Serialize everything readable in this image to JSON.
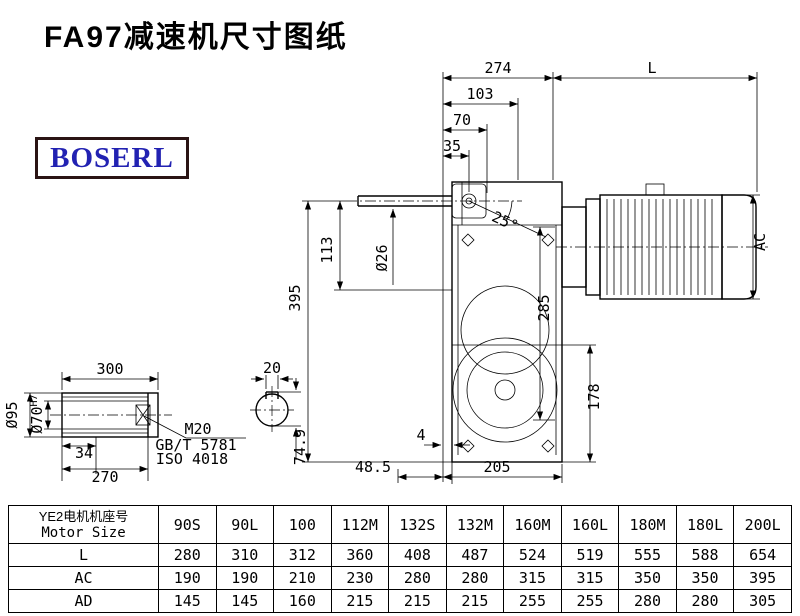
{
  "page": {
    "title": "FA97减速机尺寸图纸"
  },
  "logo": {
    "text": "BOSERL",
    "color": "#2222b2",
    "border": "#2a1414"
  },
  "dims": {
    "d274": "274",
    "L": "L",
    "d103": "103",
    "d70": "70",
    "d35": "35",
    "angle": "25°",
    "dia26": "Ø26",
    "d113": "113",
    "d395": "395",
    "d285": "285",
    "AC": "AC",
    "d178": "178",
    "d4": "4",
    "d48_5": "48.5",
    "d205": "205",
    "d300": "300",
    "d20": "20",
    "dia95": "Ø95",
    "dia70": "Ø70",
    "h7": "H7",
    "d34": "34",
    "d270": "270",
    "m20": "M20",
    "gbt": "GB/T 5781",
    "iso": "ISO 4018",
    "d74_9": "74.9"
  },
  "table": {
    "header_cn": "YE2电机机座号",
    "header_en": "Motor Size",
    "columns": [
      "90S",
      "90L",
      "100",
      "112M",
      "132S",
      "132M",
      "160M",
      "160L",
      "180M",
      "180L",
      "200L"
    ],
    "rows": [
      {
        "label": "L",
        "values": [
          "280",
          "310",
          "312",
          "360",
          "408",
          "487",
          "524",
          "519",
          "555",
          "588",
          "654"
        ]
      },
      {
        "label": "AC",
        "values": [
          "190",
          "190",
          "210",
          "230",
          "280",
          "280",
          "315",
          "315",
          "350",
          "350",
          "395"
        ]
      },
      {
        "label": "AD",
        "values": [
          "145",
          "145",
          "160",
          "215",
          "215",
          "215",
          "255",
          "255",
          "280",
          "280",
          "305"
        ]
      }
    ]
  }
}
